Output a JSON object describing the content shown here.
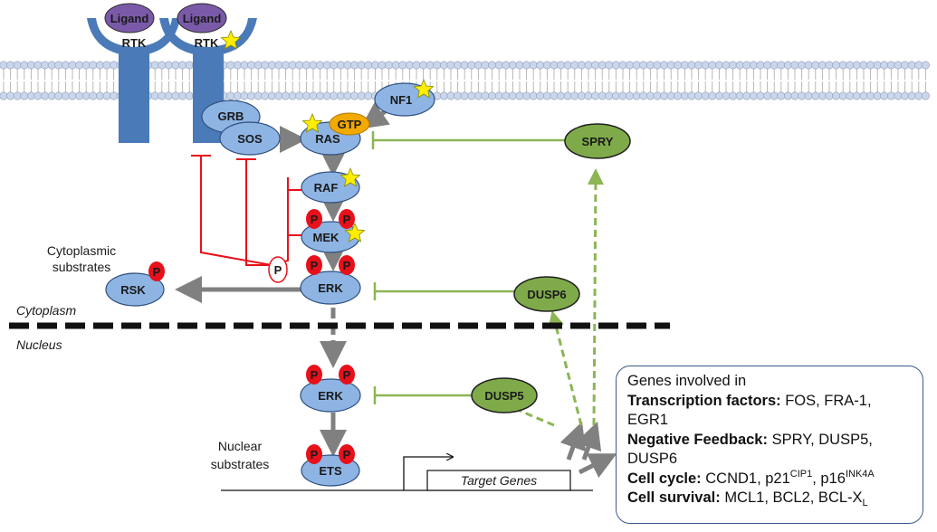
{
  "membrane": {
    "ligand_label": "Ligand",
    "rtk_label": "RTK"
  },
  "nodes": {
    "grb": "GRB",
    "sos": "SOS",
    "gtp": "GTP",
    "ras": "RAS",
    "nf1": "NF1",
    "raf": "RAF",
    "mek": "MEK",
    "erk": "ERK",
    "rsk": "RSK",
    "spry": "SPRY",
    "dusp6": "DUSP6",
    "dusp5": "DUSP5",
    "erk_nuclear": "ERK",
    "ets": "ETS",
    "phospho": "P"
  },
  "labels": {
    "cyto_substrates_line1": "Cytoplasmic",
    "cyto_substrates_line2": "substrates",
    "cytoplasm": "Cytoplasm",
    "nucleus": "Nucleus",
    "nuclear_substrates_line1": "Nuclear",
    "nuclear_substrates_line2": "substrates",
    "target_genes": "Target Genes"
  },
  "genes_box": {
    "header": "Genes involved in",
    "tf_label": "Transcription factors:",
    "tf_genes": "FOS, FRA-1, EGR1",
    "nf_label": "Negative Feedback:",
    "nf_genes": "SPRY, DUSP5, DUSP6",
    "cc_label": "Cell cycle:",
    "cc_gene1": "CCND1, p21",
    "cc_gene1_sup": "CIP1",
    "cc_sep": ", p16",
    "cc_gene2_sup": "INK4A",
    "cs_label": "Cell survival:",
    "cs_genes": "MCL1, BCL2, BCL-X",
    "cs_sub": "L"
  },
  "colors": {
    "receptor": "#4a7ab8",
    "ligand": "#7a5aa8",
    "node_fill": "#8eb4e3",
    "node_stroke": "#2f4f7f",
    "feedback_fill": "#7faa4a",
    "feedback_line": "#8cb554",
    "phospho": "#e8101a",
    "inhibit_red": "#e8101a",
    "arrow_gray": "#808080",
    "gtp": "#f2a900",
    "mutation_star": "#ffee00"
  }
}
